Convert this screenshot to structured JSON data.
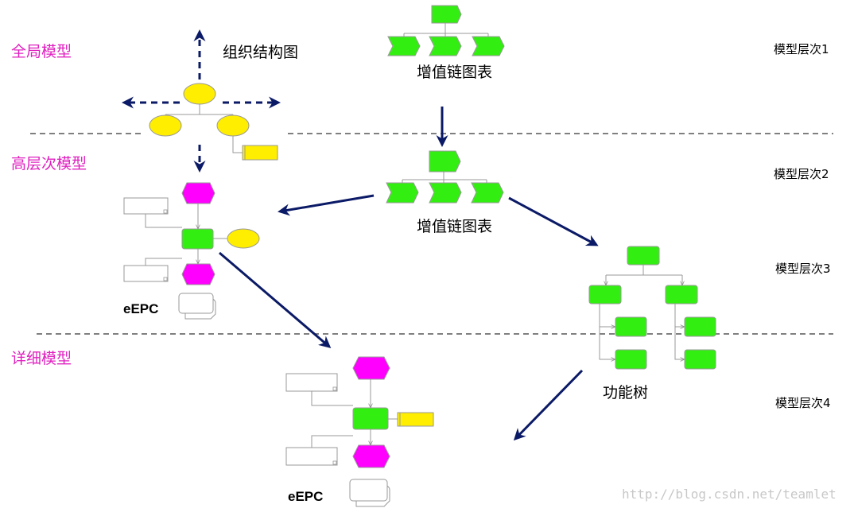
{
  "levels": {
    "global": "全局模型",
    "high": "高层次模型",
    "detail": "详细模型"
  },
  "layers": {
    "l1": "模型层次1",
    "l2": "模型层次2",
    "l3": "模型层次3",
    "l4": "模型层次4"
  },
  "captions": {
    "org_chart": "组织结构图",
    "value_chain_1": "增值链图表",
    "value_chain_2": "增值链图表",
    "function_tree": "功能树",
    "epc_1": "eEPC",
    "epc_2": "eEPC"
  },
  "watermark": "http://blog.csdn.net/teamlet",
  "colors": {
    "function": "#33ee11",
    "event": "#ff00ff",
    "org": "#ffee00",
    "info": "#ffee00",
    "arrow": "#0b1a66",
    "level_text": "#e020c0"
  }
}
